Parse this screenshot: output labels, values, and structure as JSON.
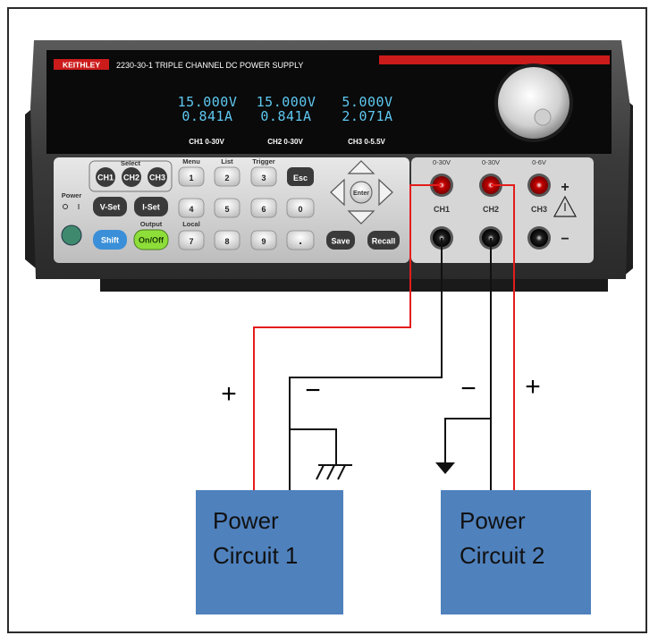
{
  "device": {
    "brand": "KEITHLEY",
    "model_title": "2230-30-1 TRIPLE CHANNEL DC POWER SUPPLY",
    "channels": [
      {
        "voltage": "15.000V",
        "current": "0.841A",
        "label": "CH1  0-30V"
      },
      {
        "voltage": "15.000V",
        "current": "0.841A",
        "label": "CH2  0-30V"
      },
      {
        "voltage": "5.000V",
        "current": "2.071A",
        "label": "CH3  0-5.5V"
      }
    ],
    "keypad": {
      "select_label": "Select",
      "menu_label": "Menu",
      "list_label": "List",
      "trigger_label": "Trigger",
      "local_label": "Local",
      "output_label": "Output",
      "power_label": "Power",
      "ch1": "CH1",
      "ch2": "CH2",
      "ch3": "CH3",
      "vset": "V-Set",
      "iset": "I-Set",
      "shift": "Shift",
      "onoff": "On/Off",
      "esc": "Esc",
      "enter": "Enter",
      "save": "Save",
      "recall": "Recall",
      "dot": ".",
      "digits": [
        "1",
        "2",
        "3",
        "4",
        "5",
        "6",
        "0",
        "7",
        "8",
        "9"
      ]
    },
    "terminals": {
      "ranges": [
        "0-30V",
        "0-30V",
        "0-6V"
      ],
      "channels": [
        "CH1",
        "CH2",
        "CH3"
      ],
      "plus": "+",
      "minus": "−"
    }
  },
  "circuit": {
    "box1": {
      "line1": "Power",
      "line2": "Circuit 1"
    },
    "box2": {
      "line1": "Power",
      "line2": "Circuit 2"
    },
    "signs": {
      "left_plus": "+",
      "left_minus": "−",
      "right_minus": "−",
      "right_plus": "+"
    },
    "colors": {
      "positive_wire": "#e41c1c",
      "negative_wire": "#111111",
      "box_fill": "#4f81bd"
    }
  }
}
